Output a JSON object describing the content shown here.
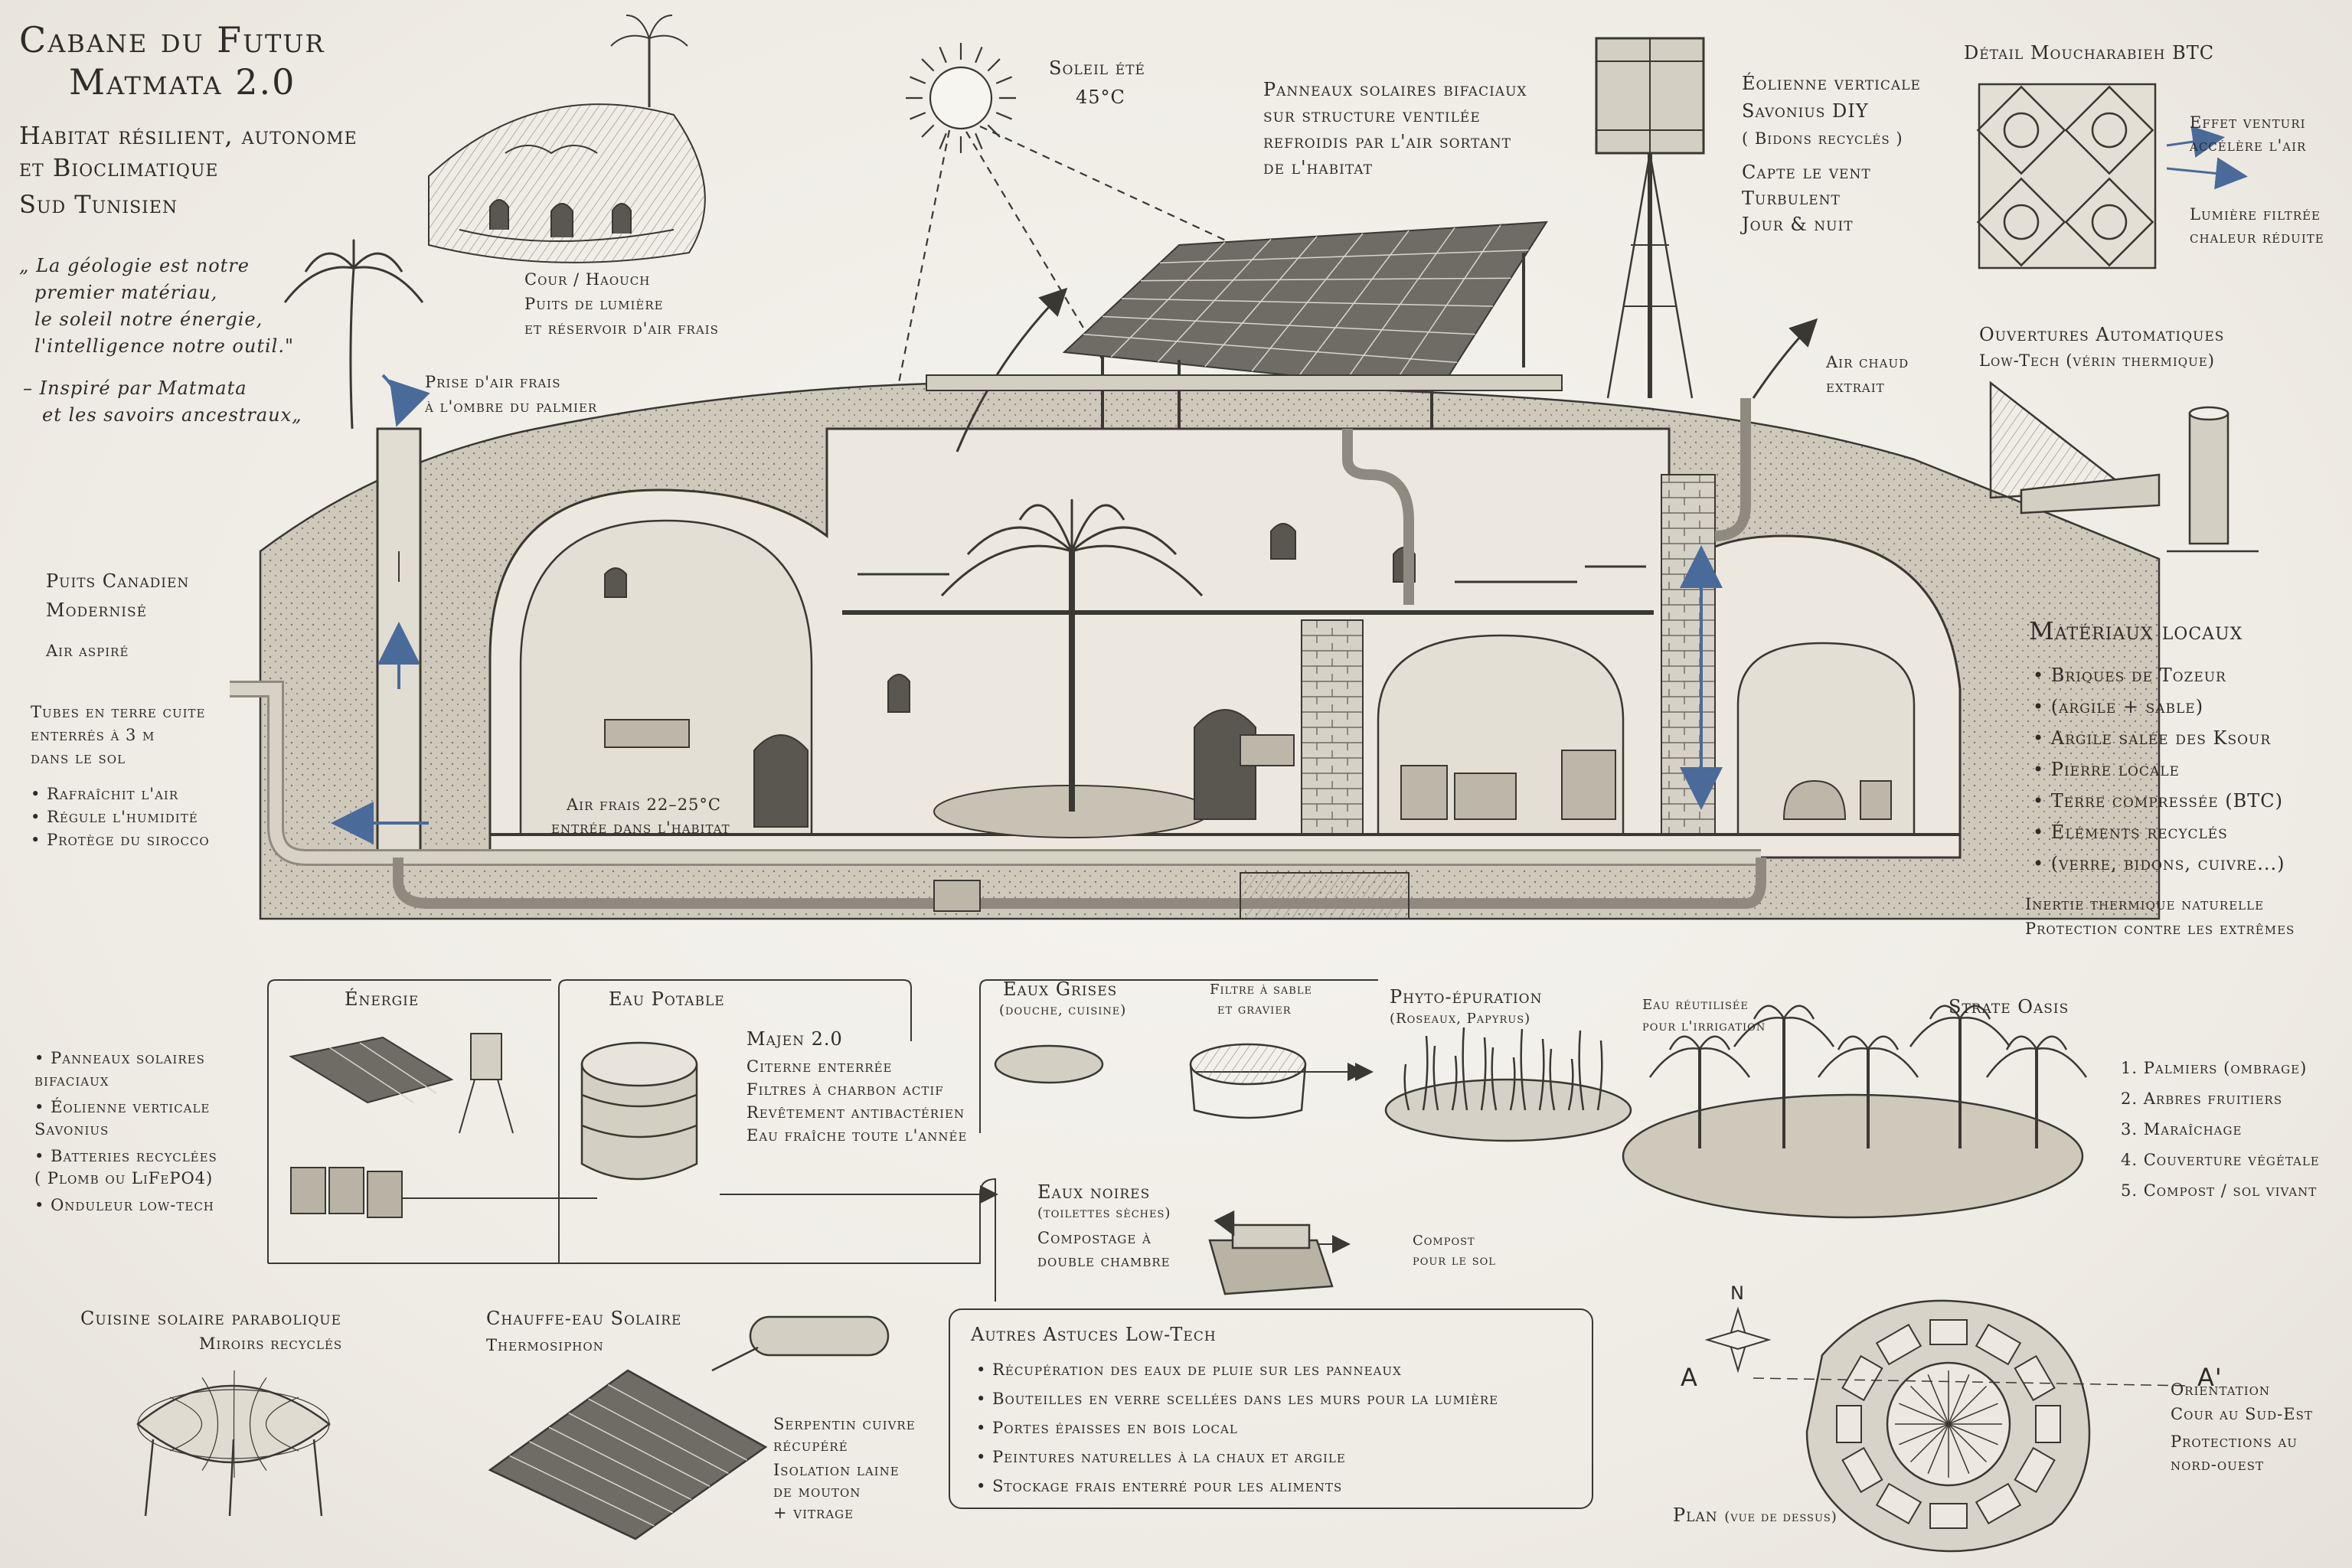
{
  "title": {
    "line1": "Cabane du Futur",
    "line2": "Matmata 2.0"
  },
  "subtitle": [
    "Habitat résilient, autonome",
    "et Bioclimatique",
    "Sud Tunisien"
  ],
  "quote": {
    "lines": [
      "„ La géologie est notre",
      "premier matériau,",
      "le soleil notre énergie,",
      "l'intelligence notre outil.\""
    ],
    "credit": [
      "– Inspiré par Matmata",
      "et les savoirs ancestraux„"
    ]
  },
  "sun": {
    "label": "Soleil été",
    "temp": "45°C"
  },
  "panels_note": [
    "Panneaux solaires bifaciaux",
    "sur structure ventilée",
    "refroidis par l'air sortant",
    "de l'habitat"
  ],
  "wind": {
    "lines": [
      "Éolienne verticale",
      "Savonius DIY",
      "( Bidons recyclés )",
      "Capte le vent",
      "Turbulent",
      "Jour & nuit"
    ]
  },
  "mashrabiya": {
    "title": "Détail Moucharabieh BTC",
    "note1": [
      "Effet venturi",
      "accélère l'air"
    ],
    "note2": [
      "Lumière filtrée",
      "chaleur réduite"
    ]
  },
  "openings": {
    "lines": [
      "Ouvertures Automatiques",
      "Low-Tech (vérin thermique)"
    ]
  },
  "court": {
    "lines": [
      "Cour / Haouch",
      "Puits de lumière",
      "et réservoir d'air frais"
    ]
  },
  "intake": {
    "lines": [
      "Prise d'air frais",
      "à l'ombre du palmier"
    ]
  },
  "hot_air": {
    "lines": [
      "Air chaud",
      "extrait"
    ]
  },
  "canadian": {
    "title": [
      "Puits Canadien",
      "Modernisé"
    ],
    "aspire": "Air aspiré",
    "tubes": [
      "Tubes en terre cuite",
      "enterrés à 3 m",
      "dans le sol"
    ],
    "bullets": [
      "Rafraîchit l'air",
      "Régule l'humidité",
      "Protège du sirocco"
    ]
  },
  "fresh_air": {
    "lines": [
      "Air frais 22–25°C",
      "entrée dans l'habitat"
    ]
  },
  "materials": {
    "title": "Matériaux locaux",
    "items": [
      "Briques de Tozeur",
      "(argile + sable)",
      "Argile salée des Ksour",
      "Pierre locale",
      "Terre compressée (BTC)",
      "Éléments recyclés",
      "(verre, bidons, cuivre...)"
    ],
    "note": [
      "Inertie thermique naturelle",
      "Protection contre les extrêmes"
    ]
  },
  "energy": {
    "header": "Énergie",
    "items": [
      "Panneaux solaires bifaciaux",
      "Éolienne verticale Savonius",
      "Batteries recyclées ( Plomb ou LiFePO4)",
      "Onduleur low-tech"
    ]
  },
  "water": {
    "header": "Eau Potable",
    "majen_title": "Majen 2.0",
    "majen_lines": [
      "Citerne enterrée",
      "Filtres à charbon actif",
      "Revêtement antibactérien",
      "Eau fraîche toute l'année"
    ]
  },
  "grey": {
    "title": "Eaux Grises",
    "sub": "(douche, cuisine)"
  },
  "filter": {
    "lines": [
      "Filtre à sable",
      "et gravier"
    ]
  },
  "phyto": {
    "title": "Phyto-épuration",
    "sub": "(Roseaux, Papyrus)"
  },
  "reuse": {
    "lines": [
      "Eau réutilisée",
      "pour l'irrigation"
    ]
  },
  "oasis": {
    "title": "Strate Oasis",
    "items": [
      "Palmiers (ombrage)",
      "Arbres fruitiers",
      "Maraîchage",
      "Couverture végétale",
      "Compost / sol vivant"
    ]
  },
  "black": {
    "title": "Eaux noires",
    "sub": "(toilettes sèches)",
    "lines": [
      "Compostage à",
      "double chambre"
    ]
  },
  "compost": {
    "lines": [
      "Compost",
      "pour le sol"
    ]
  },
  "cooker": {
    "title": "Cuisine solaire parabolique",
    "sub": "Miroirs recyclés"
  },
  "heater": {
    "title": [
      "Chauffe-eau Solaire",
      "Thermosiphon"
    ],
    "notes": [
      "Serpentin cuivre",
      "récupéré",
      "Isolation laine",
      "de mouton",
      "+ vitrage"
    ]
  },
  "tips": {
    "title": "Autres Astuces Low-Tech",
    "items": [
      "Récupération des eaux de pluie sur les panneaux",
      "Bouteilles en verre scellées dans les murs pour la lumière",
      "Portes épaisses en bois local",
      "Peintures naturelles à la chaux et argile",
      "Stockage frais enterré pour les aliments"
    ]
  },
  "plan": {
    "north": "N",
    "a": "A",
    "a_prime": "A'",
    "caption": "Plan",
    "caption_sub": "(vue de dessus)"
  },
  "orientation": {
    "lines": [
      "Orientation",
      "Cour au Sud-Est",
      "Protections au",
      "nord-ouest"
    ]
  },
  "colors": {
    "ink": "#2e2c28",
    "paper": "#f1efea",
    "accent_blue": "#4a6a9a"
  }
}
